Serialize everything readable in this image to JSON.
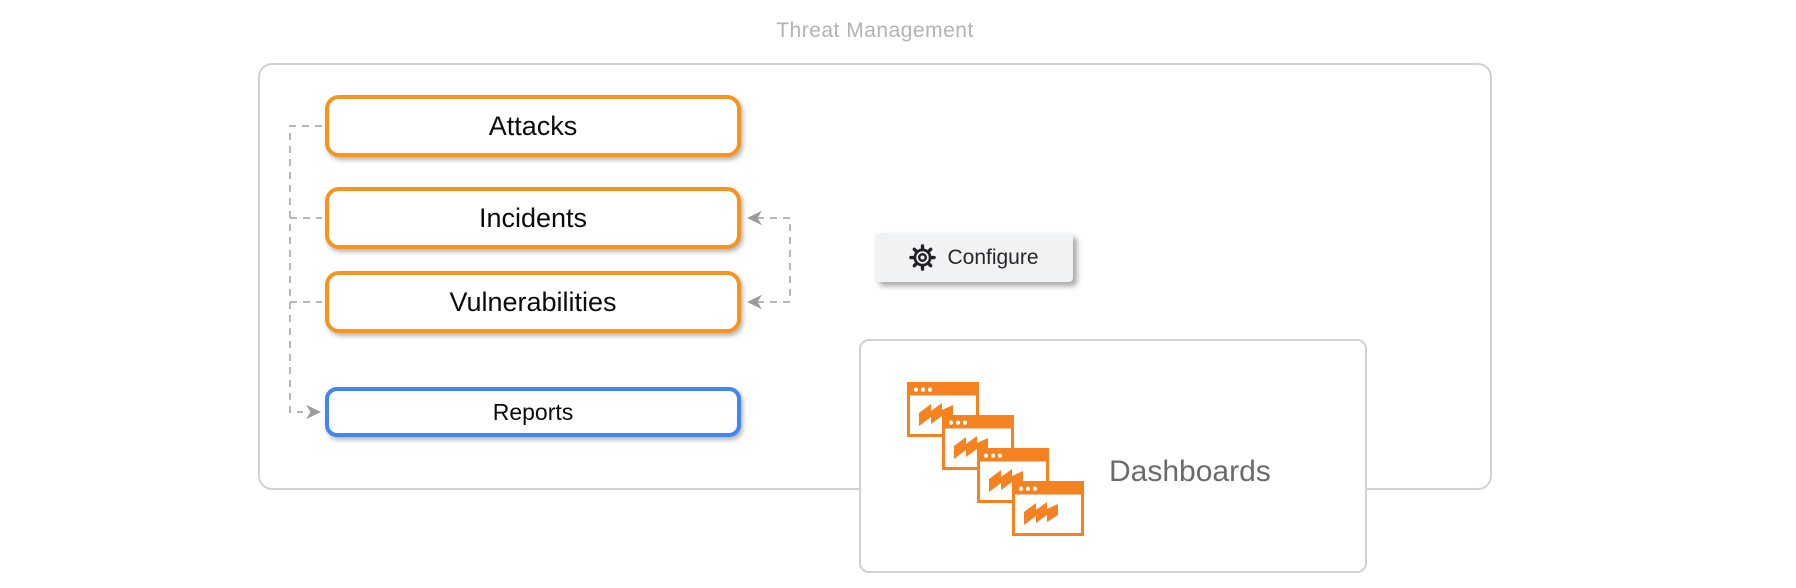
{
  "title": "Threat Management",
  "flow_boxes": [
    {
      "label": "Attacks",
      "accent": "#F7941E"
    },
    {
      "label": "Incidents",
      "accent": "#F7941E"
    },
    {
      "label": "Vulnerabilities",
      "accent": "#F7941E"
    },
    {
      "label": "Reports",
      "accent": "#4285F4"
    }
  ],
  "configure_button": {
    "label": "Configure",
    "icon": "gear-icon"
  },
  "dashboards_card": {
    "label": "Dashboards",
    "icon": "stacked-windows-icon",
    "window_count": 4
  },
  "connectors": {
    "style": "dashed",
    "color": "#ADADAD",
    "left_flow": {
      "from": [
        "Attacks",
        "Incidents",
        "Vulnerabilities"
      ],
      "arrow_to": "Reports"
    },
    "right_flow": {
      "arrows_into": [
        "Incidents",
        "Vulnerabilities"
      ]
    }
  },
  "colors": {
    "orange_border": "#F7941E",
    "icon_orange": "#F58220",
    "blue_border": "#4285F4",
    "container_border": "#D2D2D2",
    "title_text": "#B3B3B3",
    "dashboards_text": "#6B6B6B",
    "connector_gray": "#ADADAD",
    "arrow_gray": "#9C9C9C",
    "button_bg": "#F1F2F4",
    "button_text": "#24292E"
  }
}
